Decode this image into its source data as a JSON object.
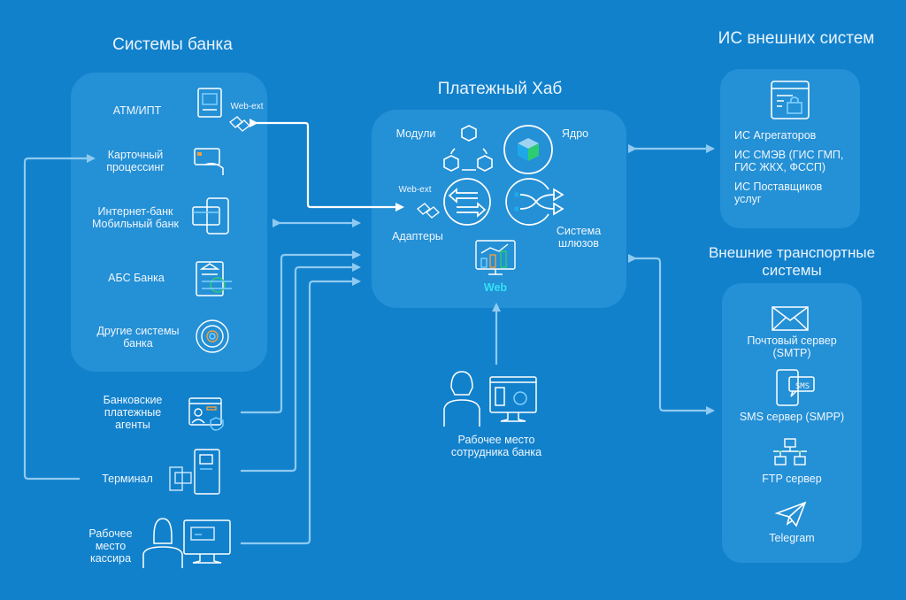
{
  "bank_systems": {
    "title": "Системы банка",
    "items": [
      {
        "label": "АТМ/ИПТ",
        "icon": "atm-icon",
        "badge": "Web-ext"
      },
      {
        "label": "Карточный\nпроцессинг",
        "icon": "card-in-hand-icon"
      },
      {
        "label": "Интернет-банк\nМобильный банк",
        "icon": "online-banking-icon"
      },
      {
        "label": "АБС Банка",
        "icon": "bank-document-icon"
      },
      {
        "label": "Другие системы\nбанка",
        "icon": "gear-circle-icon"
      }
    ]
  },
  "outside_channels": [
    {
      "label": "Банковские\nплатежные\nагенты",
      "icon": "agent-profile-icon"
    },
    {
      "label": "Терминал",
      "icon": "payment-terminal-icon"
    },
    {
      "label": "Рабочее\nместо\nкассира",
      "icon": "cashier-workstation-icon"
    }
  ],
  "hub": {
    "title": "Платежный Хаб",
    "modules": "Модули",
    "core": "Ядро",
    "adapters": "Адаптеры",
    "webext": "Web-ext",
    "gateways": "Система\nшлюзов",
    "web": "Web"
  },
  "employee": {
    "label": "Рабочее место\nсотрудника банка",
    "icon": "employee-workstation-icon"
  },
  "external_is": {
    "title": "ИС внешних систем",
    "items": [
      "ИС Агрегаторов",
      "ИС СМЭВ (ГИС ГМП,\nГИС ЖКХ, ФССП)",
      "ИС Поставщиков\nуслуг"
    ]
  },
  "transport": {
    "title": "Внешние транспортные\nсистемы",
    "items": [
      {
        "label": "Почтовый сервер\n(SMTP)",
        "icon": "envelope-icon"
      },
      {
        "label": "SMS сервер (SMPP)",
        "icon": "sms-phone-icon",
        "badge": "SMS"
      },
      {
        "label": "FTP сервер",
        "icon": "network-icon"
      },
      {
        "label": "Telegram",
        "icon": "telegram-icon"
      }
    ]
  },
  "colors": {
    "background": "#1281cc",
    "panel": "#2490d6",
    "arrow": "#8fcaf0",
    "accent": "#35e0f5",
    "green": "#2ecc71",
    "orange": "#f0a040"
  }
}
